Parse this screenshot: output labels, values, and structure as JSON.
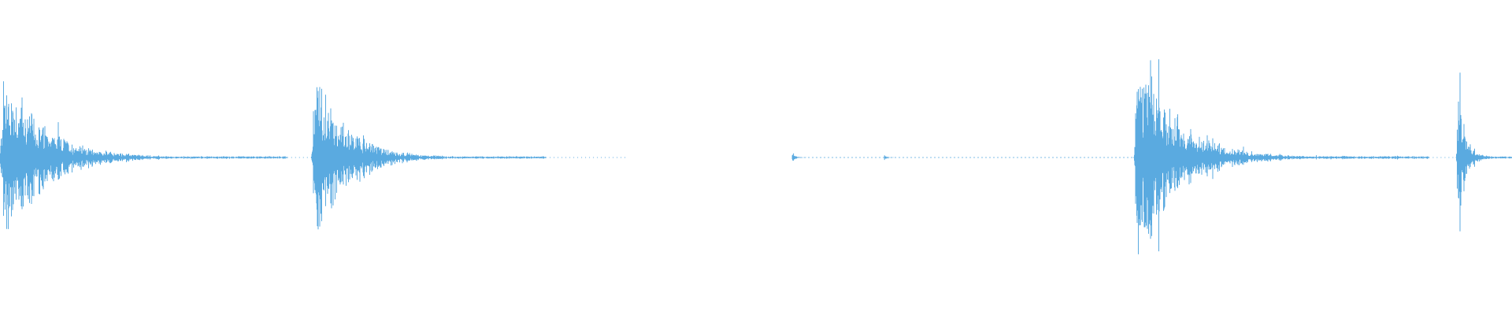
{
  "waveform": {
    "color": "#5aaae0",
    "background": "#ffffff",
    "bursts": [
      {
        "start_fraction": 0.0,
        "peak_amplitude": 0.74,
        "tail_fraction": 0.19,
        "type": "strong"
      },
      {
        "start_fraction": 0.206,
        "peak_amplitude": 0.75,
        "tail_fraction": 0.155,
        "type": "strong"
      },
      {
        "start_fraction": 0.524,
        "peak_amplitude": 0.04,
        "tail_fraction": 0.01,
        "type": "weak"
      },
      {
        "start_fraction": 0.585,
        "peak_amplitude": 0.03,
        "tail_fraction": 0.008,
        "type": "weak"
      },
      {
        "start_fraction": 0.75,
        "peak_amplitude": 0.86,
        "tail_fraction": 0.195,
        "type": "strong"
      },
      {
        "start_fraction": 0.963,
        "peak_amplitude": 0.74,
        "tail_fraction": 0.037,
        "type": "strong"
      }
    ],
    "silent_baseline_ranges": [
      [
        0.524,
        0.75
      ]
    ]
  }
}
